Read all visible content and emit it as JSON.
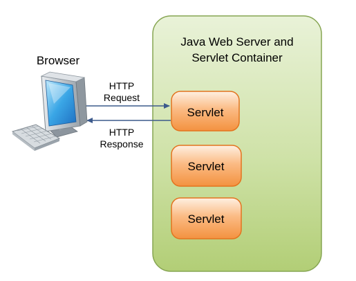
{
  "browser": {
    "label": "Browser",
    "icon": "computer-monitor-icon"
  },
  "arrows": {
    "request": {
      "line1": "HTTP",
      "line2": "Request"
    },
    "response": {
      "line1": "HTTP",
      "line2": "Response"
    }
  },
  "container": {
    "title_line1": "Java Web Server and",
    "title_line2": "Servlet Container",
    "fill_top": "#e6f0d3",
    "fill_bottom": "#b6d17c",
    "border": "#7f9c4d"
  },
  "servlets": [
    {
      "label": "Servlet"
    },
    {
      "label": "Servlet"
    },
    {
      "label": "Servlet"
    }
  ],
  "colors": {
    "servlet_fill_top": "#fde3c8",
    "servlet_fill_bottom": "#f59a4a",
    "servlet_border": "#e3731e",
    "arrow": "#3c5a8c"
  }
}
